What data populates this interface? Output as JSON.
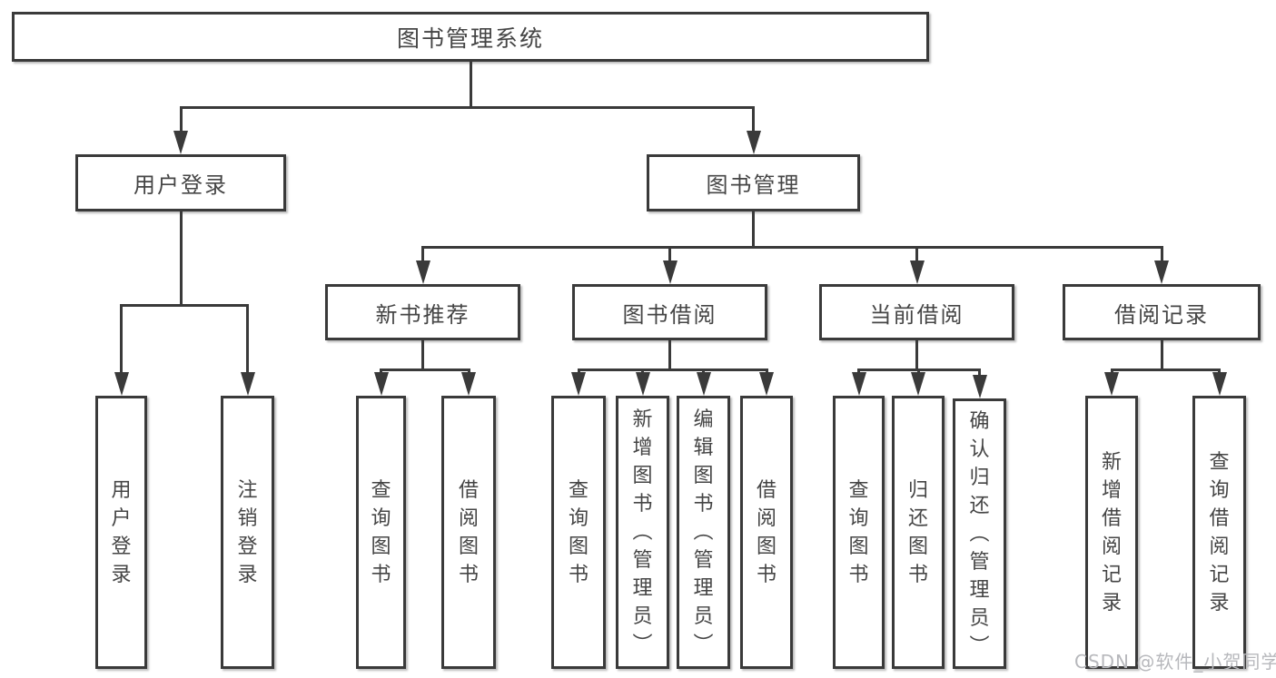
{
  "diagram": {
    "title": "图书管理系统",
    "tree": {
      "id": "root",
      "label": "图书管理系统",
      "children": [
        {
          "id": "user-login",
          "label": "用户登录",
          "children": [
            {
              "id": "user-login-leaf",
              "label": "用户登录"
            },
            {
              "id": "logout-leaf",
              "label": "注销登录"
            }
          ]
        },
        {
          "id": "book-mgmt",
          "label": "图书管理",
          "children": [
            {
              "id": "new-book-rec",
              "label": "新书推荐",
              "children": [
                {
                  "id": "nbr-query-books",
                  "label": "查询图书"
                },
                {
                  "id": "nbr-borrow-books",
                  "label": "借阅图书"
                }
              ]
            },
            {
              "id": "book-borrow",
              "label": "图书借阅",
              "children": [
                {
                  "id": "bb-query-books",
                  "label": "查询图书"
                },
                {
                  "id": "bb-add-books",
                  "label": "新增图书（管理员）"
                },
                {
                  "id": "bb-edit-books",
                  "label": "编辑图书（管理员）"
                },
                {
                  "id": "bb-borrow-books",
                  "label": "借阅图书"
                }
              ]
            },
            {
              "id": "current-borrow",
              "label": "当前借阅",
              "children": [
                {
                  "id": "cb-query-books",
                  "label": "查询图书"
                },
                {
                  "id": "cb-return-books",
                  "label": "归还图书"
                },
                {
                  "id": "cb-confirm-return",
                  "label": "确认归还（管理员）"
                }
              ]
            },
            {
              "id": "borrow-records",
              "label": "借阅记录",
              "children": [
                {
                  "id": "br-add-record",
                  "label": "新增借阅记录"
                },
                {
                  "id": "br-query-record",
                  "label": "查询借阅记录"
                }
              ]
            }
          ]
        }
      ]
    },
    "watermark": "CSDN @软件_小贺同学",
    "colors": {
      "line": "#3a3a3a",
      "text": "#454545",
      "background": "#ffffff",
      "watermark": "#b7b8bc"
    }
  }
}
